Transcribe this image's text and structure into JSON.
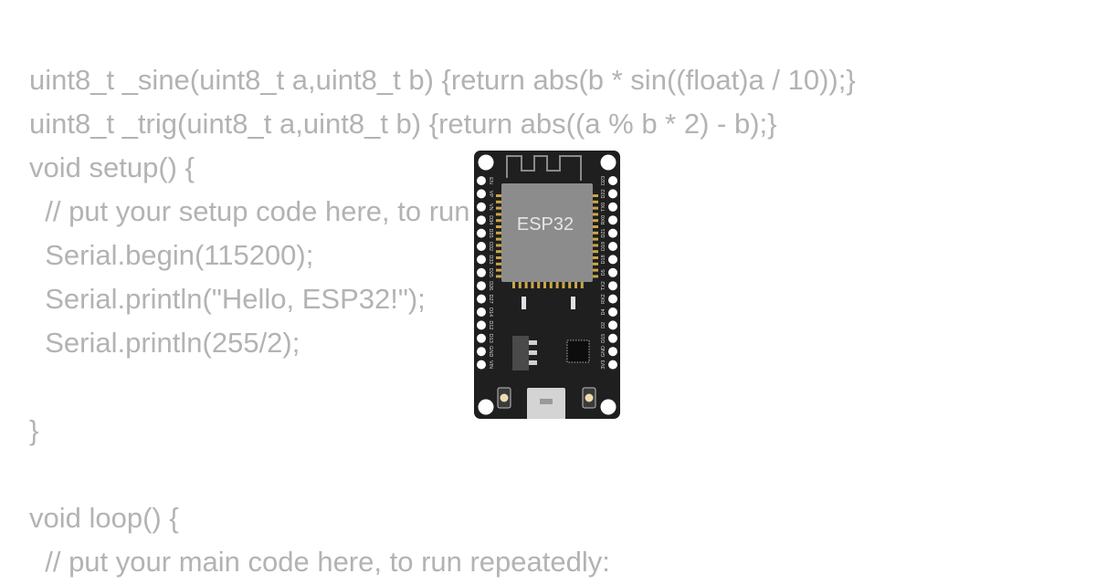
{
  "code": {
    "lines": [
      "uint8_t _sine(uint8_t a,uint8_t b) {return abs(b * sin((float)a / 10));}",
      "uint8_t _trig(uint8_t a,uint8_t b) {return abs((a % b * 2) - b);}",
      "void setup() {",
      "  // put your setup code here, to run once:",
      "  Serial.begin(115200);",
      "  Serial.println(\"Hello, ESP32!\");",
      "  Serial.println(255/2);",
      "",
      "}",
      "",
      "void loop() {",
      "  // put your main code here, to run repeatedly:"
    ]
  },
  "board": {
    "chip_label": "ESP32",
    "left_pins": [
      "EN",
      "VP",
      "VN",
      "D34",
      "D35",
      "D32",
      "D33",
      "D25",
      "D26",
      "D27",
      "D14",
      "D12",
      "D13",
      "GND",
      "VIN"
    ],
    "right_pins": [
      "D23",
      "D22",
      "TX0",
      "RX0",
      "D21",
      "D19",
      "D18",
      "D5",
      "TX2",
      "RX2",
      "D4",
      "D2",
      "D15",
      "GND",
      "3V3"
    ],
    "colors": {
      "pcb": "#1f1f1f",
      "chip": "#8c8c8c",
      "shield": "#d9d9d9",
      "code_text": "#b3b3b3"
    }
  }
}
